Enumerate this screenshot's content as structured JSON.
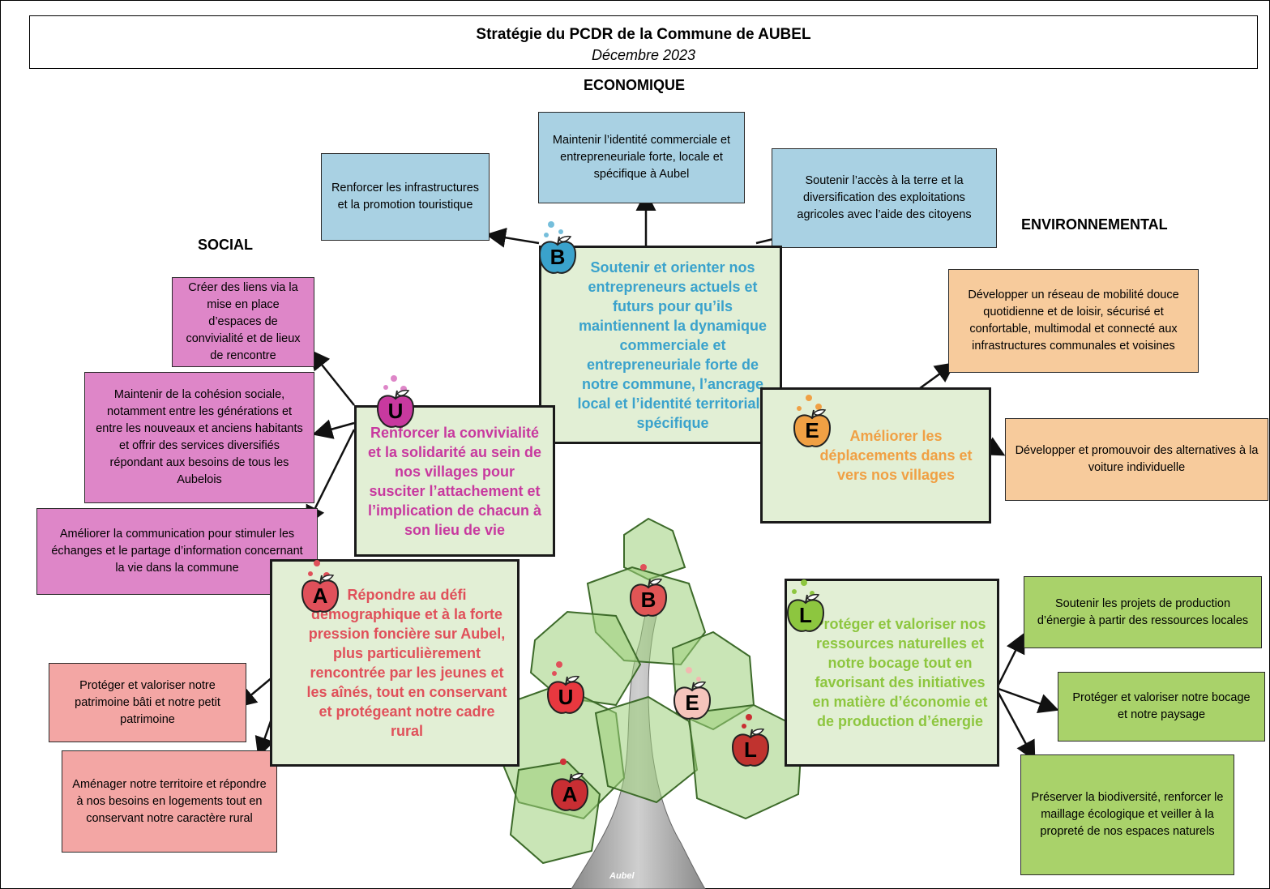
{
  "header": {
    "title": "Stratégie du PCDR de la Commune de AUBEL",
    "subtitle": "Décembre 2023"
  },
  "pillars": {
    "economique": "ECONOMIQUE",
    "social": "SOCIAL",
    "environnemental": "ENVIRONNEMENTAL"
  },
  "colors": {
    "blue_box": "#a9d1e3",
    "pink_box": "#de86c8",
    "salmon_box": "#f3a6a4",
    "orange_box": "#f7cb9c",
    "green_box": "#a9d26a",
    "central_fill": "#e2efd5",
    "text_blue": "#3aa2cc",
    "text_pink": "#c8399f",
    "text_red": "#e0505a",
    "text_orange": "#f0a044",
    "text_green": "#8dc63f"
  },
  "central": {
    "B": {
      "letter": "B",
      "text": "Soutenir et orienter nos entrepreneurs actuels et futurs pour qu’ils maintiennent la dynamique commerciale et entrepreneuriale forte de notre commune, l’ancrage local et l’identité territoriale spécifique"
    },
    "U": {
      "letter": "U",
      "text": "Renforcer la convivialité et la solidarité au sein de nos villages pour susciter l’attachement et l’implication de chacun à son lieu de vie"
    },
    "E": {
      "letter": "E",
      "text": "Améliorer les déplacements dans et vers nos villages"
    },
    "A": {
      "letter": "A",
      "text": "Répondre au défi démographique et à la forte pression foncière sur Aubel, plus particulièrement rencontrée par les jeunes et les aînés, tout en conservant et protégeant notre cadre rural"
    },
    "L": {
      "letter": "L",
      "text": "Protéger et valoriser nos ressources naturelles et notre bocage tout en favorisant des initiatives en matière d’économie et de production d’énergie"
    }
  },
  "objectives": {
    "b1": "Renforcer les infrastructures et la promotion touristique",
    "b2": "Maintenir l’identité commerciale et entrepreneuriale forte, locale et spécifique à Aubel",
    "b3": "Soutenir l’accès à la terre et la diversification des exploitations agricoles avec l’aide des citoyens",
    "u1": "Créer des liens via la mise en place d’espaces de convivialité et de lieux de rencontre",
    "u2": "Maintenir de la cohésion sociale, notamment entre les générations et entre les nouveaux et anciens habitants et offrir des services diversifiés répondant aux besoins de tous les Aubelois",
    "u3": "Améliorer la communication pour stimuler les échanges et le partage d’information concernant la vie dans la commune",
    "e1": "Développer un réseau de mobilité douce quotidienne et de loisir, sécurisé et confortable, multimodal et connecté aux infrastructures communales et voisines",
    "e2": "Développer et promouvoir des alternatives à la voiture individuelle",
    "a1": "Protéger et valoriser notre patrimoine bâti et notre petit patrimoine",
    "a2": "Aménager notre territoire et répondre à nos besoins en logements tout en conservant notre caractère rural",
    "l1": "Soutenir les projets de production d’énergie à partir des ressources locales",
    "l2": "Protéger et valoriser notre bocage et notre paysage",
    "l3": "Préserver la biodiversité, renforcer le maillage écologique et veiller à la propreté de nos espaces naturels"
  },
  "tree": {
    "apples": [
      "B",
      "U",
      "E",
      "A",
      "L"
    ],
    "logo": "Aubel"
  }
}
